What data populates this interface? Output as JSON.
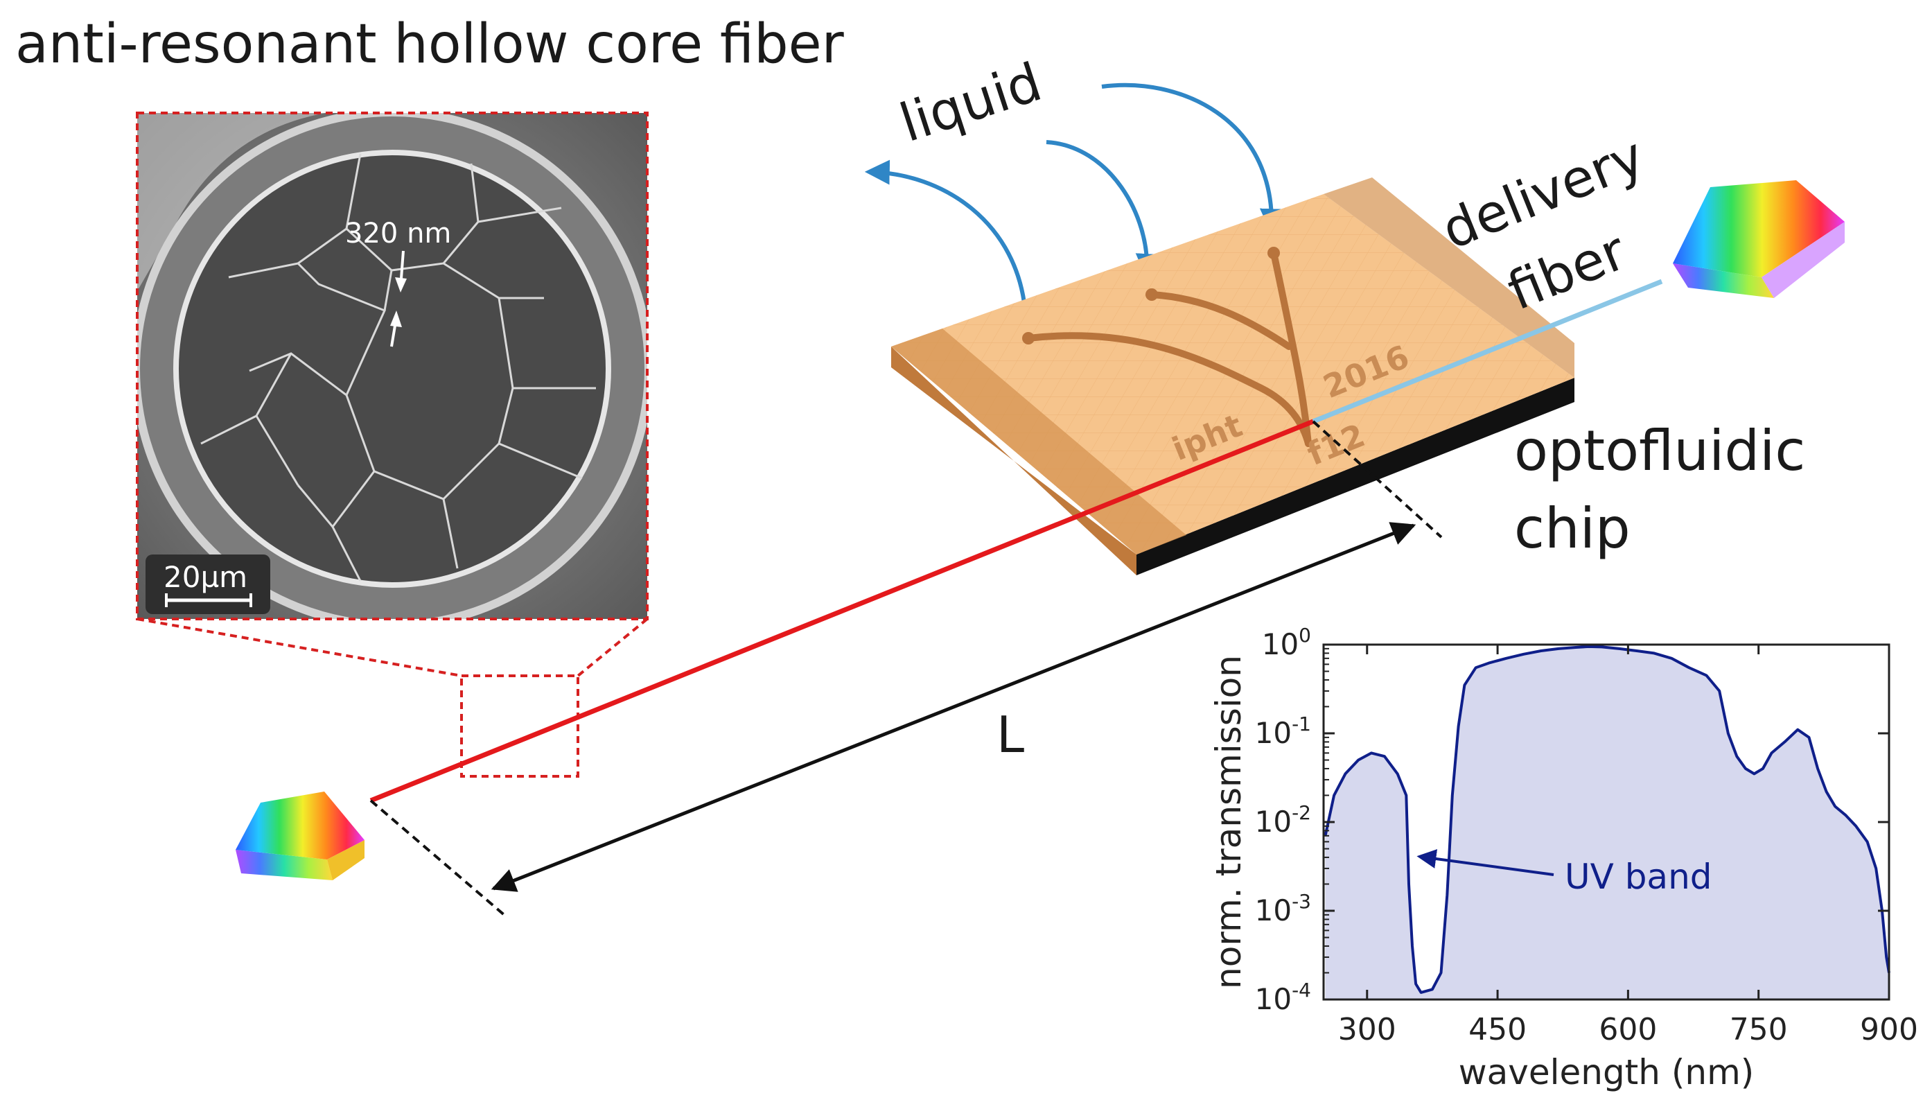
{
  "title": "anti-resonant hollow  core fiber",
  "sem_inset": {
    "wall_label": "320 nm",
    "scalebar_label": "20µm"
  },
  "labels": {
    "liquid": "liquid",
    "delivery": "delivery",
    "fiber": "fiber",
    "optofluidic": "optofluidic",
    "chip": "chip",
    "length": "L",
    "chip_mark_year": "2016",
    "chip_mark_logo": "ipht",
    "chip_mark_id": "f12"
  },
  "colors": {
    "fiber_red": "#e4191c",
    "delivery_blue": "#8ac6e6",
    "arrow_blue": "#2f86c6",
    "chip_top": "#f6c48c",
    "chip_side": "#c07a3c",
    "chip_bottom": "#111111",
    "inset_border": "#d62020",
    "curve": "#0f1f8a",
    "fill": "#d6d8ee"
  },
  "chart_data": {
    "type": "area",
    "xlabel": "wavelength (nm)",
    "ylabel": "norm. transmission",
    "xlim": [
      250,
      900
    ],
    "ylim_log10": [
      -4,
      0
    ],
    "xticks": [
      300,
      450,
      600,
      750,
      900
    ],
    "ytick_labels": [
      {
        "base": "10",
        "exp": "0"
      },
      {
        "base": "10",
        "exp": "-1"
      },
      {
        "base": "10",
        "exp": "-2"
      },
      {
        "base": "10",
        "exp": "-3"
      },
      {
        "base": "10",
        "exp": "-4"
      }
    ],
    "annotation": "UV band",
    "log_scale_y": true,
    "x": [
      252,
      262,
      275,
      290,
      305,
      320,
      335,
      345,
      348,
      352,
      356,
      362,
      375,
      385,
      392,
      398,
      405,
      412,
      425,
      440,
      460,
      480,
      500,
      520,
      540,
      555,
      570,
      590,
      610,
      630,
      650,
      670,
      690,
      705,
      715,
      725,
      735,
      745,
      755,
      765,
      780,
      795,
      808,
      818,
      828,
      838,
      850,
      862,
      875,
      885,
      892,
      897,
      900
    ],
    "y": [
      0.007,
      0.02,
      0.035,
      0.05,
      0.06,
      0.055,
      0.035,
      0.02,
      0.002,
      0.0004,
      0.00015,
      0.00012,
      0.00013,
      0.0002,
      0.0015,
      0.02,
      0.12,
      0.35,
      0.55,
      0.62,
      0.7,
      0.78,
      0.85,
      0.9,
      0.93,
      0.95,
      0.94,
      0.9,
      0.85,
      0.8,
      0.7,
      0.55,
      0.45,
      0.3,
      0.1,
      0.055,
      0.04,
      0.035,
      0.04,
      0.06,
      0.08,
      0.11,
      0.09,
      0.04,
      0.022,
      0.015,
      0.012,
      0.009,
      0.006,
      0.003,
      0.001,
      0.0003,
      0.0002
    ]
  }
}
